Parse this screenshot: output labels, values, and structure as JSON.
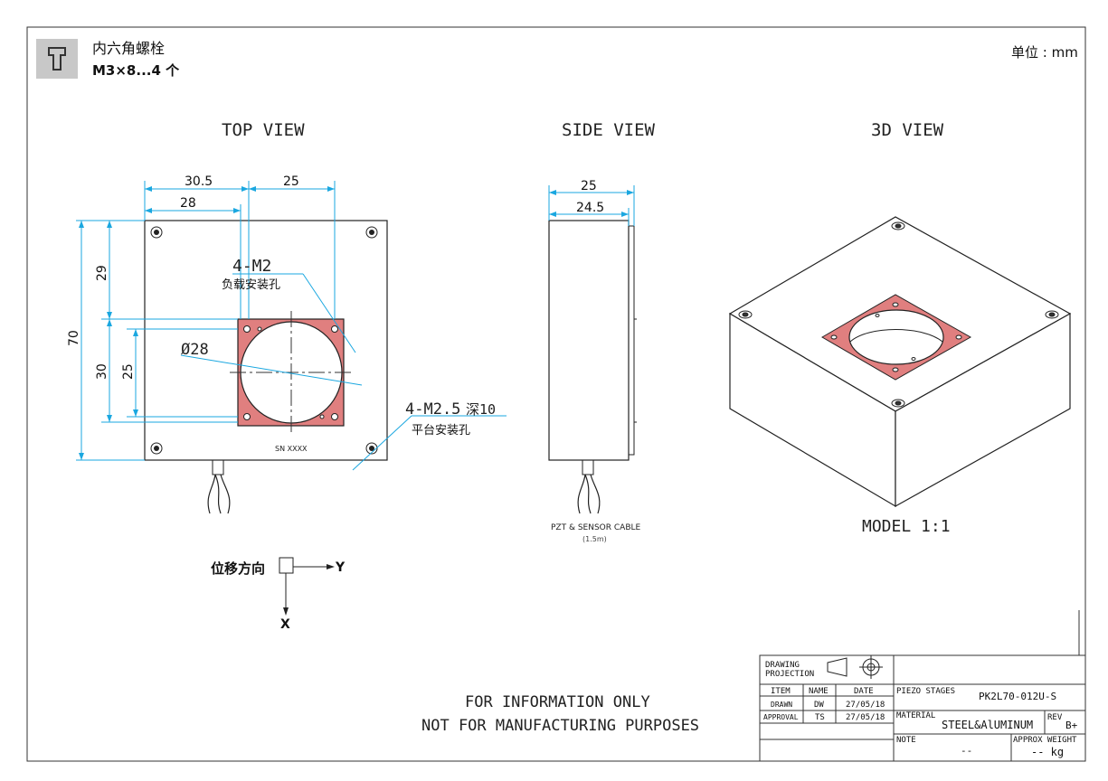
{
  "header": {
    "part_name": "内六角螺栓",
    "part_spec": "M3×8...4 个",
    "unit": "单位 : mm",
    "icon": "hex-bolt-icon"
  },
  "views": {
    "top": "TOP VIEW",
    "side": "SIDE VIEW",
    "three_d": "3D VIEW"
  },
  "top_view": {
    "dims": [
      "30.5",
      "25",
      "28",
      "70",
      "29",
      "30",
      "25"
    ],
    "hole_label_1": "4-M2",
    "hole_desc_1": "负载安装孔",
    "diameter": "Ø28",
    "hole_label_2": "4-M2.5",
    "hole_depth": "深10",
    "hole_desc_2": "平台安装孔",
    "serial": "SN XXXX"
  },
  "side_view": {
    "dims": [
      "25",
      "24.5"
    ],
    "cable_label": "PZT & SENSOR CABLE",
    "cable_length": "(1.5m)"
  },
  "model_scale": "MODEL 1:1",
  "direction": {
    "label": "位移方向",
    "y": "Y",
    "x": "X"
  },
  "notice": {
    "line1": "FOR INFORMATION ONLY",
    "line2": "NOT FOR MANUFACTURING PURPOSES"
  },
  "title_block": {
    "projection_label_1": "DRAWING",
    "projection_label_2": "PROJECTION",
    "col_item": "ITEM",
    "col_name": "NAME",
    "col_date": "DATE",
    "drawn": "DRAWN",
    "drawn_name": "DW",
    "drawn_date": "27/05/18",
    "approval": "APPROVAL",
    "approval_name": "TS",
    "approval_date": "27/05/18",
    "piezo_label": "PIEZO STAGES",
    "part_number": "PK2L70-012U-S",
    "material_label": "MATERIAL",
    "material": "STEEL&AlUMINUM",
    "rev_label": "REV",
    "rev": "B+",
    "note_label": "NOTE",
    "note": "--",
    "weight_label": "APPROX WEIGHT",
    "weight": "-- kg"
  },
  "colors": {
    "dimension": "#1aa7e0",
    "insert": "#e07f7f",
    "line": "#222222"
  }
}
